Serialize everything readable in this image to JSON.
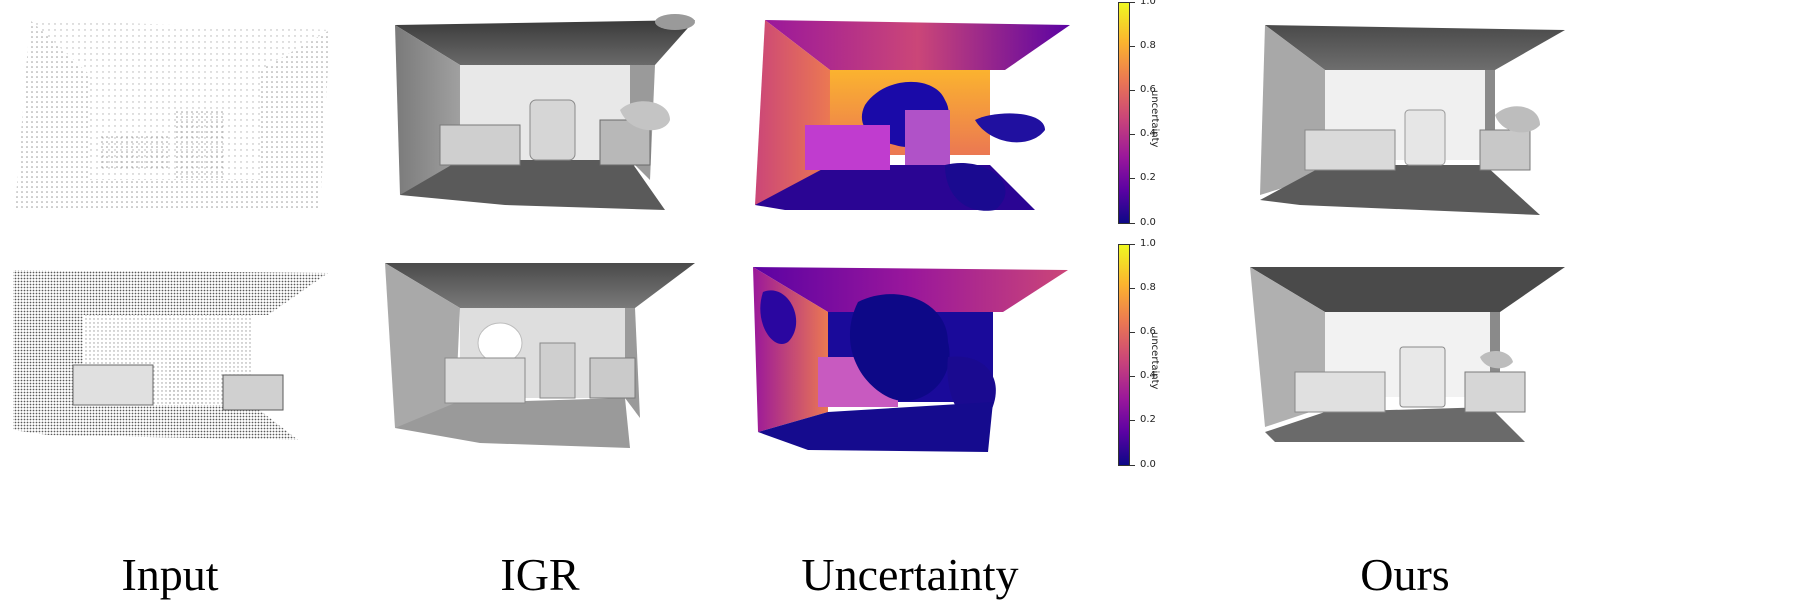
{
  "columns": [
    {
      "label": "Input"
    },
    {
      "label": "IGR"
    },
    {
      "label": "Uncertainty"
    },
    {
      "label": "Ours"
    }
  ],
  "colorbar": {
    "title": "uncertainty",
    "ticks": [
      "1.0",
      "0.8",
      "0.6",
      "0.4",
      "0.2",
      "0.0"
    ],
    "colormap": "plasma"
  },
  "colors": {
    "uncertainty_low": "#0d0887",
    "uncertainty_high": "#eff821",
    "mesh_gray": "#8a8a8a"
  }
}
